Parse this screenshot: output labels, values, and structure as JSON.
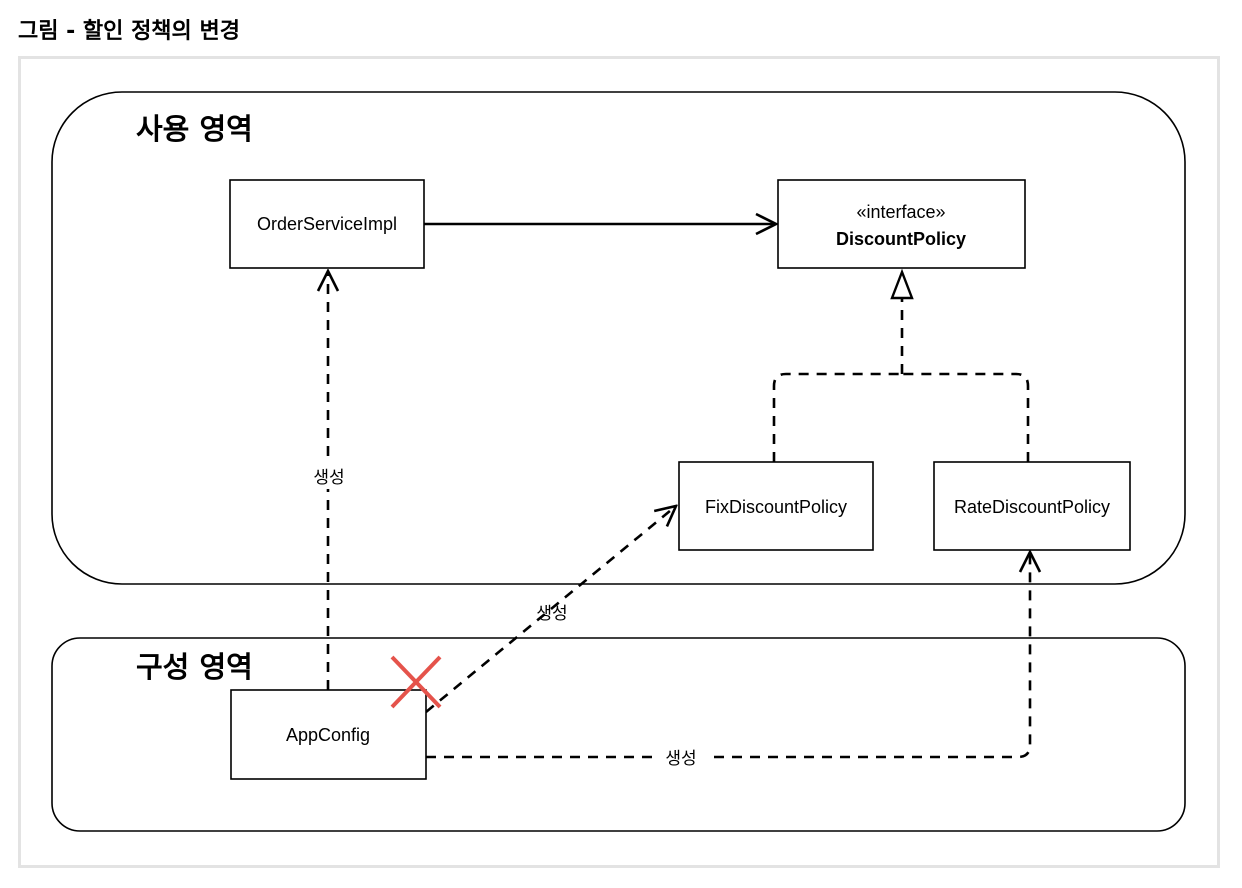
{
  "page_title": "그림 - 할인 정책의 변경",
  "regions": {
    "usage": {
      "label": "사용 영역"
    },
    "config": {
      "label": "구성 영역"
    }
  },
  "boxes": {
    "order_service_impl": {
      "label": "OrderServiceImpl"
    },
    "discount_policy": {
      "stereotype": "«interface»",
      "label": "DiscountPolicy"
    },
    "fix_discount_policy": {
      "label": "FixDiscountPolicy"
    },
    "rate_discount_policy": {
      "label": "RateDiscountPolicy"
    },
    "app_config": {
      "label": "AppConfig"
    }
  },
  "edges": {
    "create_order_service": {
      "label": "생성"
    },
    "create_fix_policy": {
      "label": "생성",
      "removed": true
    },
    "create_rate_policy": {
      "label": "생성"
    }
  },
  "colors": {
    "line": "#000000",
    "removed_mark": "#e5534b",
    "frame_border": "#e3e3e3"
  }
}
